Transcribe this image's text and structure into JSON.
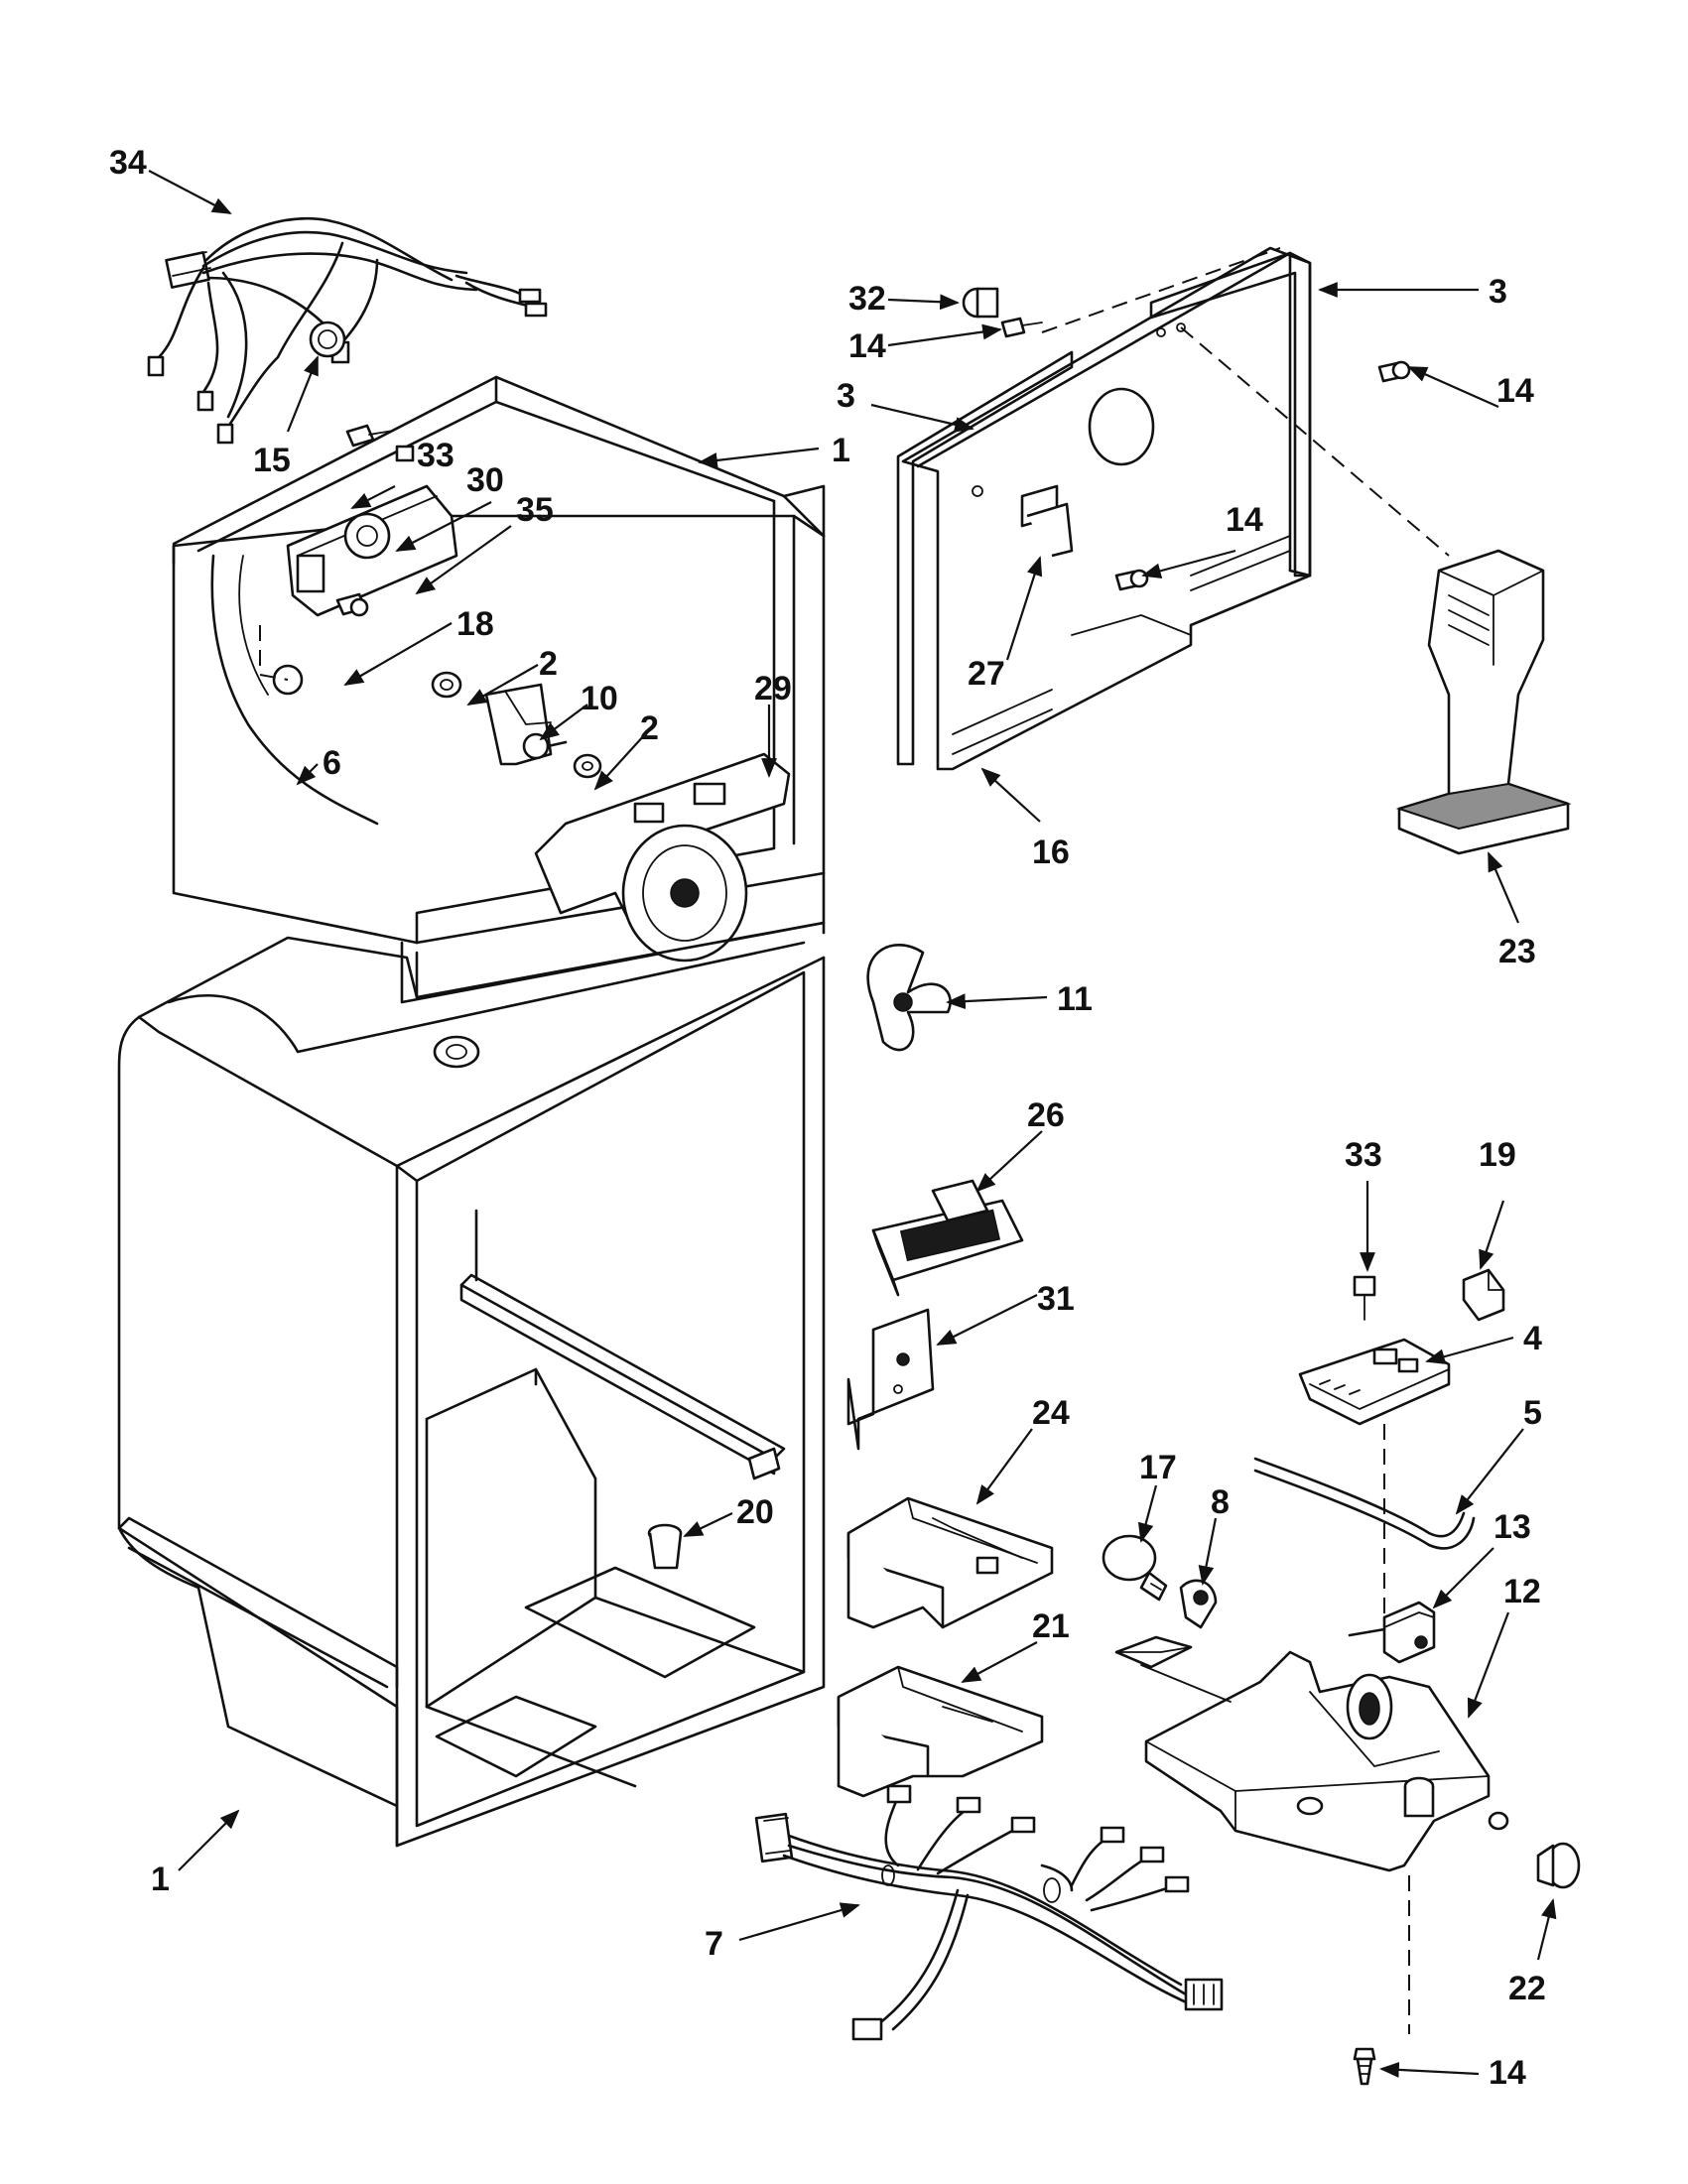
{
  "callouts": [
    {
      "id": "c34",
      "label": "34"
    },
    {
      "id": "c15",
      "label": "15"
    },
    {
      "id": "c1a",
      "label": "1"
    },
    {
      "id": "c33a",
      "label": "33"
    },
    {
      "id": "c30",
      "label": "30"
    },
    {
      "id": "c35",
      "label": "35"
    },
    {
      "id": "c18",
      "label": "18"
    },
    {
      "id": "c2a",
      "label": "2"
    },
    {
      "id": "c10",
      "label": "10"
    },
    {
      "id": "c2b",
      "label": "2"
    },
    {
      "id": "c29",
      "label": "29"
    },
    {
      "id": "c6",
      "label": "6"
    },
    {
      "id": "c32",
      "label": "32"
    },
    {
      "id": "c14a",
      "label": "14"
    },
    {
      "id": "c3a",
      "label": "3"
    },
    {
      "id": "c3b",
      "label": "3"
    },
    {
      "id": "c14b",
      "label": "14"
    },
    {
      "id": "c14c",
      "label": "14"
    },
    {
      "id": "c27",
      "label": "27"
    },
    {
      "id": "c16",
      "label": "16"
    },
    {
      "id": "c23",
      "label": "23"
    },
    {
      "id": "c11",
      "label": "11"
    },
    {
      "id": "c26",
      "label": "26"
    },
    {
      "id": "c33b",
      "label": "33"
    },
    {
      "id": "c19",
      "label": "19"
    },
    {
      "id": "c31",
      "label": "31"
    },
    {
      "id": "c4",
      "label": "4"
    },
    {
      "id": "c24",
      "label": "24"
    },
    {
      "id": "c5",
      "label": "5"
    },
    {
      "id": "c17",
      "label": "17"
    },
    {
      "id": "c8",
      "label": "8"
    },
    {
      "id": "c13",
      "label": "13"
    },
    {
      "id": "c20",
      "label": "20"
    },
    {
      "id": "c21",
      "label": "21"
    },
    {
      "id": "c12",
      "label": "12"
    },
    {
      "id": "c1b",
      "label": "1"
    },
    {
      "id": "c7",
      "label": "7"
    },
    {
      "id": "c22",
      "label": "22"
    },
    {
      "id": "c14d",
      "label": "14"
    }
  ]
}
